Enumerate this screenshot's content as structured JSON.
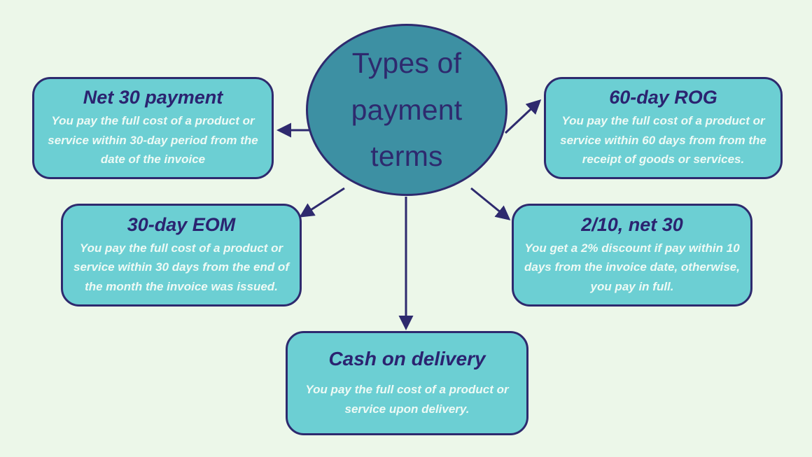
{
  "diagram": {
    "background_color": "#ecf7e9",
    "node_fill": "#6ccfd3",
    "hub_fill": "#3d90a3",
    "outline_color": "#2e2a6e",
    "title_color": "#2b2370",
    "body_color": "#eefaf5",
    "hub": {
      "label": "Types of payment terms"
    },
    "nodes": [
      {
        "id": "net-30-payment",
        "title": "Net 30 payment",
        "body": "You pay the full cost of a product or service within 30-day period from the date of the invoice"
      },
      {
        "id": "60-day-rog",
        "title": "60-day ROG",
        "body": "You pay the full cost of a product or service within 60 days from from the receipt of goods or services."
      },
      {
        "id": "30-day-eom",
        "title": "30-day EOM",
        "body": "You pay the full cost of a product or service within 30 days from the end of the month the invoice was issued."
      },
      {
        "id": "2-10-net-30",
        "title": "2/10, net 30",
        "body": "You get a 2% discount if pay within 10 days from the invoice date, otherwise, you pay in full."
      },
      {
        "id": "cash-on-delivery",
        "title": "Cash on delivery",
        "body": "You pay the full cost of a product or service upon delivery."
      }
    ]
  }
}
